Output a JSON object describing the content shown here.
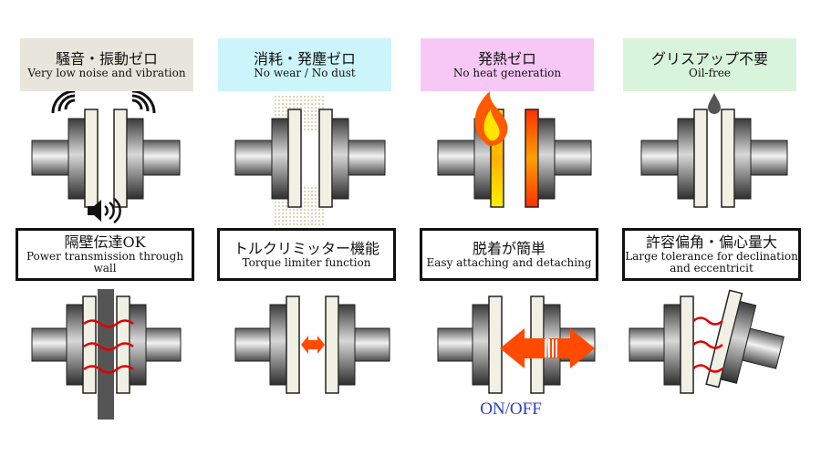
{
  "colors": {
    "panel1_bg": "#e8e6dc",
    "panel2_bg": "#ccf5fb",
    "panel3_bg": "#f7c8f6",
    "panel4_bg": "#d9f4dc",
    "arrow": "#ff4a00",
    "wave": "#e00000",
    "onoff": "#2b3fc7"
  },
  "top_panels": [
    {
      "title": "騒音・振動ゼロ",
      "subtitle": "Very low noise and vibration"
    },
    {
      "title": "消耗・発塵ゼロ",
      "subtitle": "No wear / No dust"
    },
    {
      "title": "発熱ゼロ",
      "subtitle": "No heat generation"
    },
    {
      "title": "グリスアップ不要",
      "subtitle": "Oil-free"
    }
  ],
  "mid_panels": [
    {
      "title": "隔壁伝達OK",
      "subtitle": "Power transmission through wall"
    },
    {
      "title": "トルクリミッター機能",
      "subtitle": "Torque limiter function"
    },
    {
      "title": "脱着が簡単",
      "subtitle": "Easy attaching and detaching"
    },
    {
      "title": "許容偏角・偏心量大",
      "subtitle": "Large tolerance for declination and eccentricit"
    }
  ],
  "onoff_label": "ON/OFF",
  "icons": [
    "sound-wave-icon",
    "speaker-icon",
    "dust-icon",
    "flame-icon",
    "oil-drop-icon",
    "double-arrow-icon",
    "magnetic-wave-icon"
  ]
}
